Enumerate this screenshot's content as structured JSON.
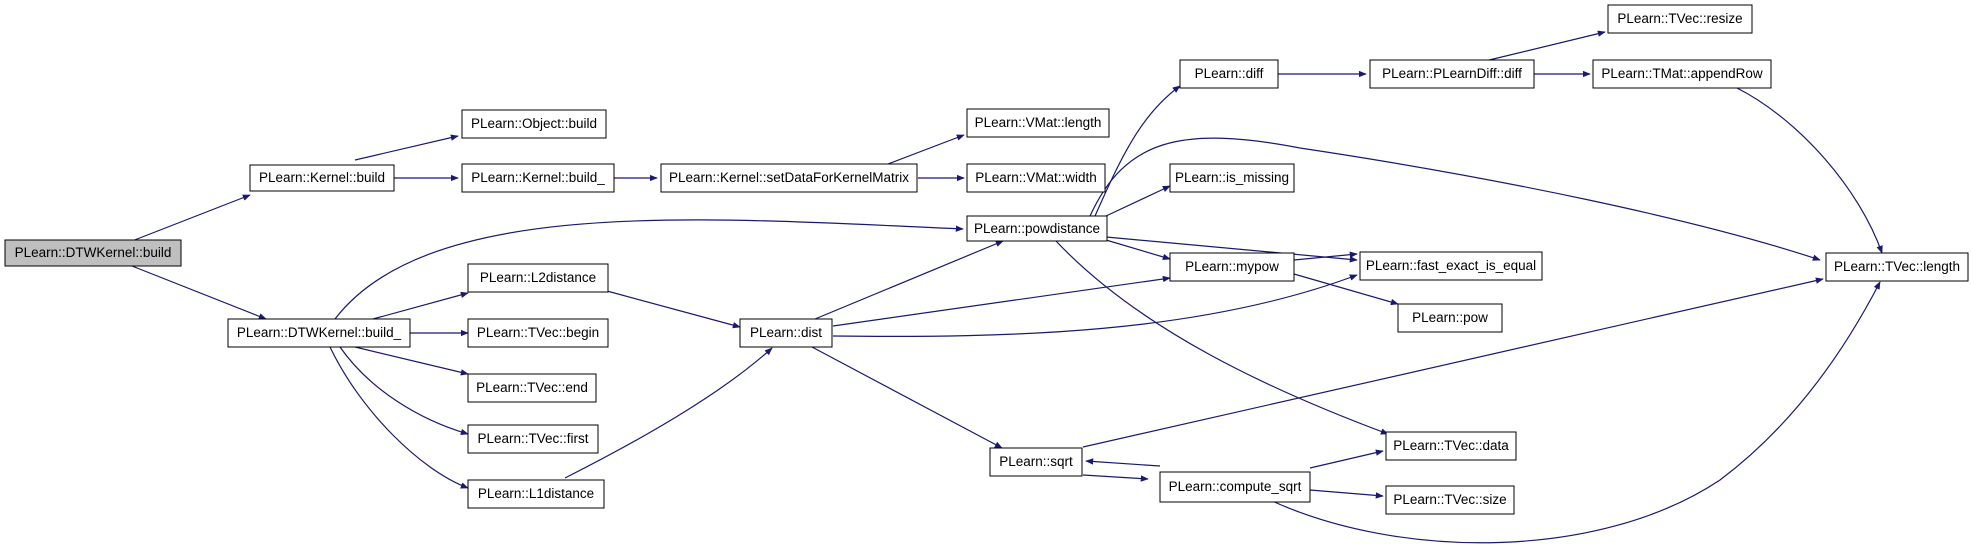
{
  "colors": {
    "edge": "#191970",
    "node_border": "#000000",
    "node_fill": "#ffffff",
    "root_fill": "#bfbfbf"
  },
  "nodes": [
    {
      "id": "n_dtw_build",
      "label": "PLearn::DTWKernel::build",
      "root": true
    },
    {
      "id": "n_kernel_build",
      "label": "PLearn::Kernel::build"
    },
    {
      "id": "n_dtw_build_",
      "label": "PLearn::DTWKernel::build_"
    },
    {
      "id": "n_object_build",
      "label": "PLearn::Object::build"
    },
    {
      "id": "n_kernel_build_",
      "label": "PLearn::Kernel::build_"
    },
    {
      "id": "n_setdata",
      "label": "PLearn::Kernel::setDataForKernelMatrix"
    },
    {
      "id": "n_vmat_length",
      "label": "PLearn::VMat::length"
    },
    {
      "id": "n_vmat_width",
      "label": "PLearn::VMat::width"
    },
    {
      "id": "n_l2distance",
      "label": "PLearn::L2distance"
    },
    {
      "id": "n_tvec_begin",
      "label": "PLearn::TVec::begin"
    },
    {
      "id": "n_tvec_end",
      "label": "PLearn::TVec::end"
    },
    {
      "id": "n_tvec_first",
      "label": "PLearn::TVec::first"
    },
    {
      "id": "n_l1distance",
      "label": "PLearn::L1distance"
    },
    {
      "id": "n_dist",
      "label": "PLearn::dist"
    },
    {
      "id": "n_powdistance",
      "label": "PLearn::powdistance"
    },
    {
      "id": "n_sqrt",
      "label": "PLearn::sqrt"
    },
    {
      "id": "n_diff",
      "label": "PLearn::diff"
    },
    {
      "id": "n_is_missing",
      "label": "PLearn::is_missing"
    },
    {
      "id": "n_mypow",
      "label": "PLearn::mypow"
    },
    {
      "id": "n_compute_sqrt",
      "label": "PLearn::compute_sqrt"
    },
    {
      "id": "n_plearndiff",
      "label": "PLearn::PLearnDiff::diff"
    },
    {
      "id": "n_fast_exact",
      "label": "PLearn::fast_exact_is_equal"
    },
    {
      "id": "n_pow",
      "label": "PLearn::pow"
    },
    {
      "id": "n_tvec_data",
      "label": "PLearn::TVec::data"
    },
    {
      "id": "n_tvec_size",
      "label": "PLearn::TVec::size"
    },
    {
      "id": "n_tvec_resize",
      "label": "PLearn::TVec::resize"
    },
    {
      "id": "n_tmat_append",
      "label": "PLearn::TMat::appendRow"
    },
    {
      "id": "n_tvec_length",
      "label": "PLearn::TVec::length"
    }
  ],
  "edges": [
    {
      "from": "n_dtw_build",
      "to": "n_kernel_build"
    },
    {
      "from": "n_dtw_build",
      "to": "n_dtw_build_"
    },
    {
      "from": "n_kernel_build",
      "to": "n_object_build"
    },
    {
      "from": "n_kernel_build",
      "to": "n_kernel_build_"
    },
    {
      "from": "n_kernel_build_",
      "to": "n_setdata"
    },
    {
      "from": "n_setdata",
      "to": "n_vmat_length"
    },
    {
      "from": "n_setdata",
      "to": "n_vmat_width"
    },
    {
      "from": "n_dtw_build_",
      "to": "n_powdistance"
    },
    {
      "from": "n_dtw_build_",
      "to": "n_l2distance"
    },
    {
      "from": "n_dtw_build_",
      "to": "n_tvec_begin"
    },
    {
      "from": "n_dtw_build_",
      "to": "n_tvec_end"
    },
    {
      "from": "n_dtw_build_",
      "to": "n_tvec_first"
    },
    {
      "from": "n_dtw_build_",
      "to": "n_l1distance"
    },
    {
      "from": "n_l2distance",
      "to": "n_dist"
    },
    {
      "from": "n_l1distance",
      "to": "n_dist"
    },
    {
      "from": "n_dist",
      "to": "n_powdistance"
    },
    {
      "from": "n_dist",
      "to": "n_mypow"
    },
    {
      "from": "n_dist",
      "to": "n_fast_exact"
    },
    {
      "from": "n_dist",
      "to": "n_sqrt"
    },
    {
      "from": "n_powdistance",
      "to": "n_diff"
    },
    {
      "from": "n_powdistance",
      "to": "n_tvec_length"
    },
    {
      "from": "n_powdistance",
      "to": "n_is_missing"
    },
    {
      "from": "n_powdistance",
      "to": "n_fast_exact"
    },
    {
      "from": "n_powdistance",
      "to": "n_mypow"
    },
    {
      "from": "n_powdistance",
      "to": "n_tvec_data"
    },
    {
      "from": "n_diff",
      "to": "n_plearndiff"
    },
    {
      "from": "n_plearndiff",
      "to": "n_tvec_resize"
    },
    {
      "from": "n_plearndiff",
      "to": "n_tmat_append"
    },
    {
      "from": "n_tmat_append",
      "to": "n_tvec_length"
    },
    {
      "from": "n_mypow",
      "to": "n_fast_exact"
    },
    {
      "from": "n_mypow",
      "to": "n_pow"
    },
    {
      "from": "n_sqrt",
      "to": "n_tvec_length"
    },
    {
      "from": "n_sqrt",
      "to": "n_compute_sqrt"
    },
    {
      "from": "n_compute_sqrt",
      "to": "n_sqrt"
    },
    {
      "from": "n_compute_sqrt",
      "to": "n_tvec_data"
    },
    {
      "from": "n_compute_sqrt",
      "to": "n_tvec_size"
    },
    {
      "from": "n_compute_sqrt",
      "to": "n_tvec_length"
    }
  ]
}
